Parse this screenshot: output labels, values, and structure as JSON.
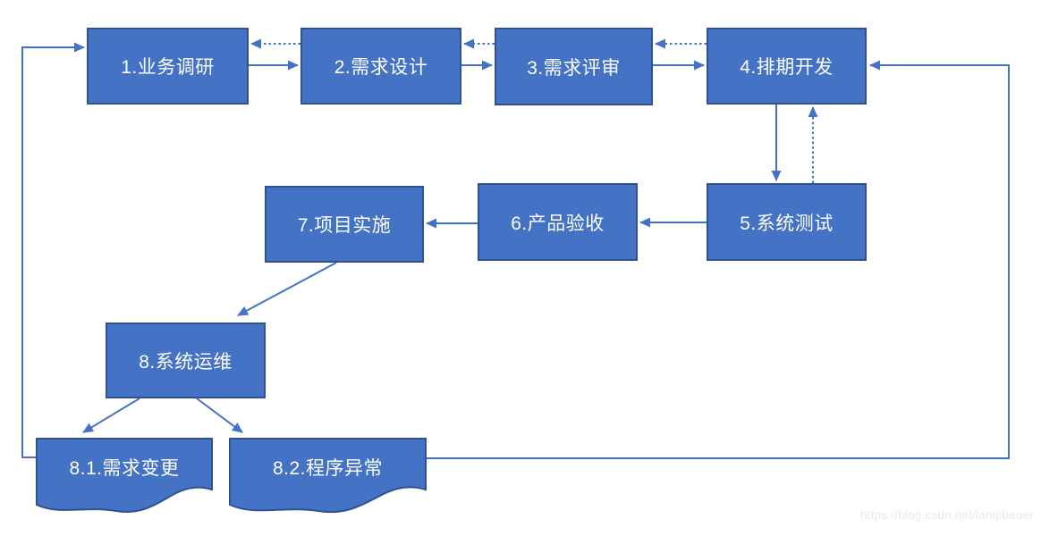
{
  "diagram": {
    "nodes": [
      {
        "id": "1",
        "label": "1.业务调研",
        "shape": "rect"
      },
      {
        "id": "2",
        "label": "2.需求设计",
        "shape": "rect"
      },
      {
        "id": "3",
        "label": "3.需求评审",
        "shape": "rect"
      },
      {
        "id": "4",
        "label": "4.排期开发",
        "shape": "rect"
      },
      {
        "id": "5",
        "label": "5.系统测试",
        "shape": "rect"
      },
      {
        "id": "6",
        "label": "6.产品验收",
        "shape": "rect"
      },
      {
        "id": "7",
        "label": "7.项目实施",
        "shape": "rect"
      },
      {
        "id": "8",
        "label": "8.系统运维",
        "shape": "rect"
      },
      {
        "id": "8.1",
        "label": "8.1.需求变更",
        "shape": "document"
      },
      {
        "id": "8.2",
        "label": "8.2.程序异常",
        "shape": "document"
      }
    ],
    "edges": [
      {
        "from": "1",
        "to": "2",
        "style": "solid"
      },
      {
        "from": "2",
        "to": "1",
        "style": "dotted"
      },
      {
        "from": "2",
        "to": "3",
        "style": "solid"
      },
      {
        "from": "3",
        "to": "2",
        "style": "dotted"
      },
      {
        "from": "3",
        "to": "4",
        "style": "solid"
      },
      {
        "from": "4",
        "to": "3",
        "style": "dotted"
      },
      {
        "from": "4",
        "to": "5",
        "style": "solid"
      },
      {
        "from": "5",
        "to": "4",
        "style": "dotted"
      },
      {
        "from": "5",
        "to": "6",
        "style": "solid"
      },
      {
        "from": "6",
        "to": "7",
        "style": "solid"
      },
      {
        "from": "7",
        "to": "8",
        "style": "solid"
      },
      {
        "from": "8",
        "to": "8.1",
        "style": "solid"
      },
      {
        "from": "8",
        "to": "8.2",
        "style": "solid"
      },
      {
        "from": "8.1",
        "to": "1",
        "style": "solid"
      },
      {
        "from": "8.2",
        "to": "4",
        "style": "solid"
      }
    ],
    "colors": {
      "node_fill": "#4472C4",
      "node_border": "#2F528F",
      "connector": "#4472C4",
      "text": "#FFFFFF",
      "watermark": "#E9E9EB"
    },
    "watermark": "https://blog.csdn.net/lanqibaoer"
  }
}
